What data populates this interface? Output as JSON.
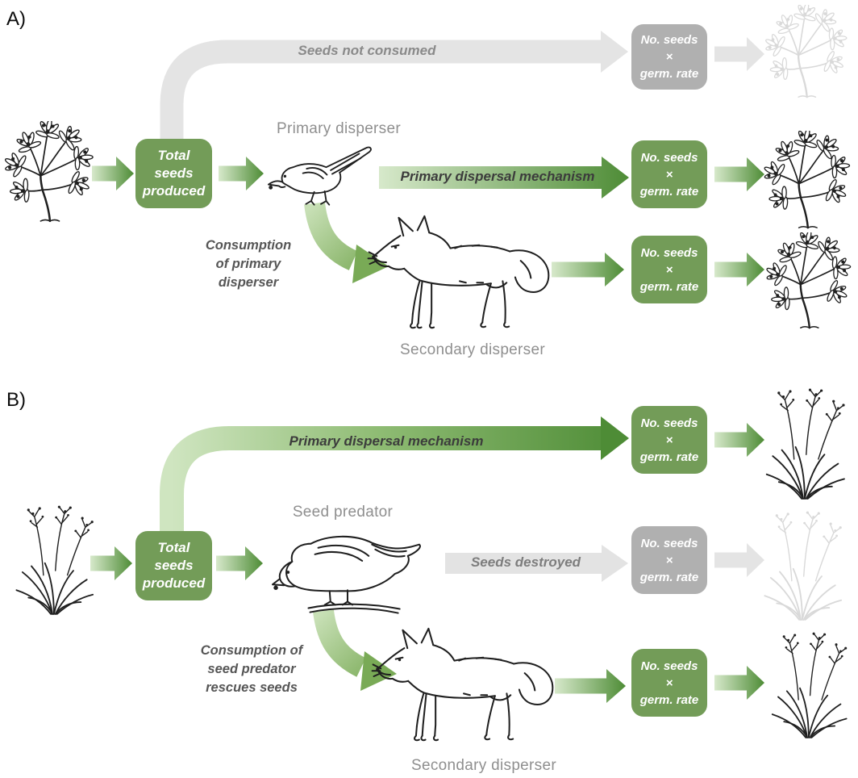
{
  "figure": {
    "type": "seed-dispersal-pathway-diagram",
    "result_box": {
      "line1": "No. seeds",
      "line2": "×",
      "line3": "germ. rate"
    },
    "total_box": {
      "line1": "Total",
      "line2": "seeds",
      "line3": "produced"
    },
    "panel_a": {
      "label": "A)",
      "top_pathway_label": "Seeds not consumed",
      "primary_disperser_label": "Primary disperser",
      "primary_pathway_label": "Primary dispersal mechanism",
      "consumption_label": {
        "line1": "Consumption",
        "line2": "of primary",
        "line3": "disperser"
      },
      "secondary_disperser_label": "Secondary disperser"
    },
    "panel_b": {
      "label": "B)",
      "top_pathway_label": "Primary dispersal mechanism",
      "seed_predator_label": "Seed predator",
      "destroyed_pathway_label": "Seeds destroyed",
      "consumption_label": {
        "line1": "Consumption of",
        "line2": "seed predator",
        "line3": "rescues seeds"
      },
      "secondary_disperser_label": "Secondary disperser"
    },
    "illustrations": {
      "panel_a_plant": "olive-branch sketch",
      "panel_a_plant_faded": "olive-branch sketch (faded gray)",
      "panel_a_primary_disperser": "songbird sketch",
      "panel_a_secondary_disperser": "fox sketch",
      "panel_b_plant": "grass-tussock sketch",
      "panel_b_plant_faded": "grass-tussock sketch (faded gray)",
      "panel_b_seed_predator": "pigeon sketch",
      "panel_b_secondary_disperser": "fox sketch"
    },
    "colors": {
      "green_box": "#739c58",
      "green_arrow_dark": "#4e8c36",
      "green_arrow_light": "#d7e9cb",
      "gray_box": "#b0b0b0",
      "gray_arrow": "#e3e3e3",
      "gray_label": "#8f8f8f",
      "dark_label": "#3c3c3c",
      "faded_art": "#d9d9d9"
    }
  }
}
